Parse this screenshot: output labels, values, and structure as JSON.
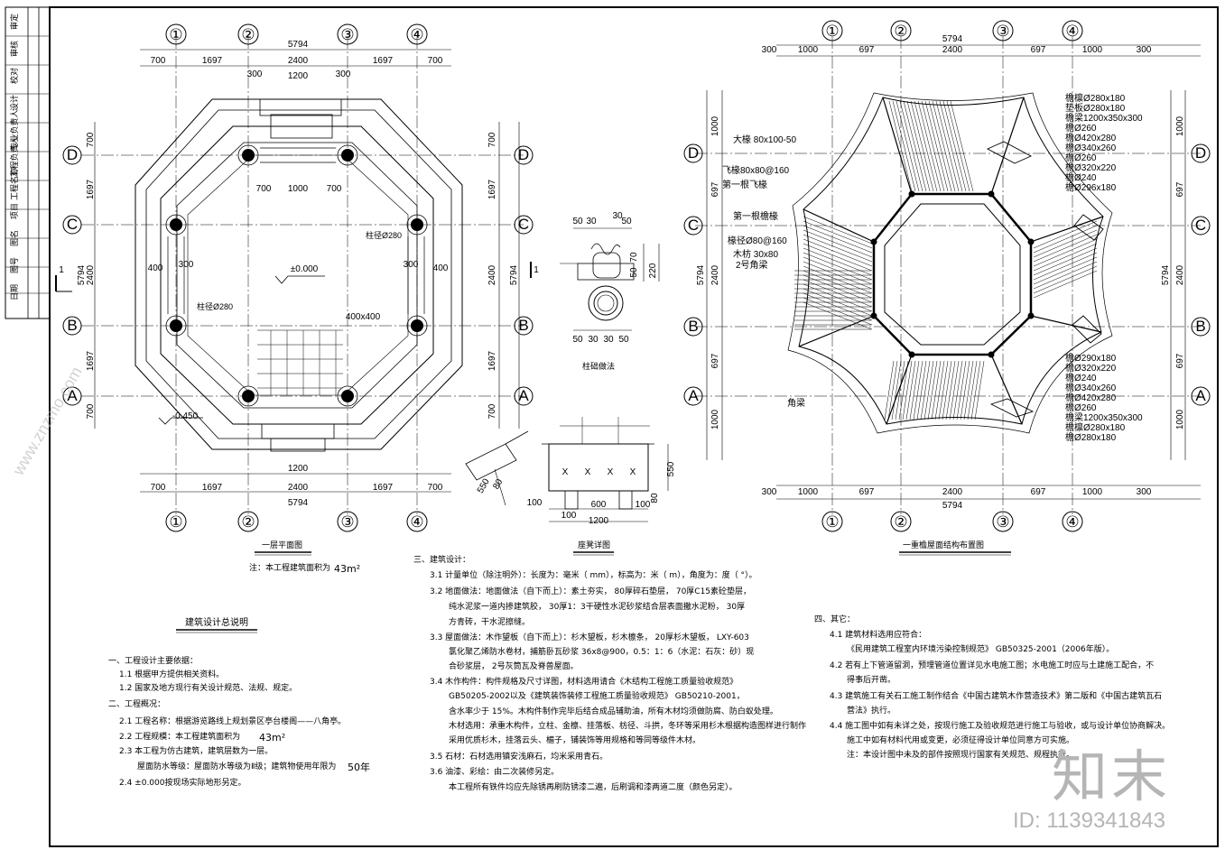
{
  "plan": {
    "title": "一层平面图",
    "area_note": "注：本工程建筑面积为",
    "area_value": "43m²",
    "axes_x": [
      "①",
      "②",
      "③",
      "④"
    ],
    "axes_y": [
      "D",
      "C",
      "B",
      "A"
    ],
    "dims_top": [
      "700",
      "1697",
      "2400",
      "1697",
      "700"
    ],
    "total": "5794",
    "dims_side": [
      "700",
      "1697",
      "2400",
      "1697",
      "700"
    ],
    "inner_dims": [
      "700",
      "1000",
      "700"
    ],
    "step_dim": "1200",
    "step_sub": [
      "300",
      "300"
    ],
    "dim_300": "300",
    "dim_400": "400",
    "dim_400_side": "400",
    "zero_level": "±0.000",
    "low_level": "-0.450",
    "col_label": "柱径Ø280",
    "col_label2": "柱径Ø280",
    "stone_label": "400x400",
    "section_mark": "1"
  },
  "column_detail": {
    "title": "柱础做法",
    "dims": [
      "50",
      "30",
      "30",
      "50",
      "70",
      "50",
      "220"
    ],
    "dims_bot": [
      "50",
      "30",
      "30",
      "50"
    ]
  },
  "bench_detail": {
    "title": "座凳详图",
    "dims": [
      "550",
      "550",
      "80",
      "100",
      "600",
      "100",
      "1200",
      "100",
      "80"
    ],
    "marks": [
      "X",
      "X",
      "X",
      "X"
    ]
  },
  "roof": {
    "title": "一重檐屋面结构布置图",
    "axes_x": [
      "①",
      "②",
      "③",
      "④"
    ],
    "axes_y": [
      "D",
      "C",
      "B",
      "A"
    ],
    "dims_top": [
      "300",
      "1000",
      "697",
      "2400",
      "697",
      "1000",
      "300"
    ],
    "total": "5794",
    "dims_side": [
      "1000",
      "697",
      "2400",
      "697",
      "1000"
    ],
    "side_total": "5794",
    "labels_right": [
      "檐檩Ø280x180",
      "垫板Ø280x180",
      "檐梁1200x350x300",
      "檐Ø260",
      "檐Ø420x280",
      "檐Ø340x260",
      "檐Ø260",
      "檐Ø320x220",
      "檐Ø240",
      "檐Ø296x180"
    ],
    "labels_right_bot": [
      "檐Ø290x180",
      "檐Ø320x220",
      "檐Ø240",
      "檐Ø340x260",
      "檐Ø420x280",
      "檐Ø260",
      "檐梁1200x350x300",
      "檐檩Ø280x180",
      "檐Ø280x180"
    ],
    "labels_left": [
      "大椽 80x100-50",
      "飞椽80x80@160",
      "第一根飞椽",
      "第一根檐椽",
      "椽径Ø80@160",
      "木枋 30x80",
      "2号角梁",
      "角梁"
    ]
  },
  "notes_left": {
    "heading": "建筑设计总说明",
    "s1": "一、工程设计主要依据：",
    "s1_1": "1.1 根据甲方提供相关资料。",
    "s1_2": "1.2 国家及地方现行有关设计规范、法规、规定。",
    "s2": "二、工程概况：",
    "s2_1": "2.1 工程名称：根据游览路线上规划景区亭台楼阁——八角亭。",
    "s2_2": "2.2 工程规模：本工程建筑面积为",
    "s2_2v": "43m²",
    "s2_3": "2.3 本工程为仿古建筑，建筑层数为一层。",
    "s2_3b": "屋面防水等级：屋面防水等级为Ⅱ级；建筑物使用年限为",
    "s2_3v": "50年",
    "s2_4": "2.4 ±0.000按现场实际地形另定。"
  },
  "notes_mid": {
    "heading": "三、建筑设计：",
    "l1": "3.1 计量单位（除注明外）：长度为：毫米（        mm），标高为：米（  m），角度为：度（     °）。",
    "l2": "3.2 地面做法：地面做法（自下而上）：素土夯实，               80厚碎石垫层，       70厚C15素砼垫层，",
    "l2b": "纯水泥浆一道内掺建筑胶，                  30厚1：3干硬性水泥砂浆结合层表面撒水泥粉，            30厚",
    "l2c": "方青砖，干水泥擦缝。",
    "l3": "3.3 屋面做法：木作望板（自下而上）：杉木望板，杉木檩条，              20厚杉木望板，     LXY-603",
    "l3b": "氯化聚乙烯防水卷材，捕筋卧瓦砂浆            36x8@900，0.5：1：6（水泥：石灰：砂）现",
    "l3c": "合砂浆层，           2号灰筒瓦及脊兽屋面。",
    "l4": "3.4 木作构件：构件规格及尺寸详图，材料选用请合《木结构工程施工质量验收规范》",
    "l4b": "GB50205-2002以及《建筑装饰装修工程施工质量验收规范》             GB50210-2001，",
    "l4c": "含水率少于       15%。木构件制作完毕后结合成品辅助油，所有木材均须做防腐、防白蚁处理。",
    "l4d": "木材选用：承重木构件，立柱、金檩、挂落板、枋径、斗拱，冬环等采用杉木根据构造图样进行制作",
    "l4e": "采用优质杉木，挂落云头、楣子，铺装饰等用规格和等同等级件木材。",
    "l5": "3.5 石材：石材选用镇安浅麻石，均米采用青石。",
    "l6": "3.6 油漆、彩绘：由二次装修另定。",
    "l7": "本工程所有铁件均应先除锈再刷防锈漆二遍，后刷调和漆两道二度（颜色另定）。"
  },
  "notes_right": {
    "heading": "四、其它：",
    "l1": "4.1 建筑材料选用应符合：",
    "l1b": "《民用建筑工程室内环境污染控制规范》              GB50325-2001（2006年版）。",
    "l2": "4.2 若有上下管道留洞，预埋管道位置详见水电施工图；水电施工时应与土建施工配合，不",
    "l2b": "得事后开凿。",
    "l3": "4.3 建筑施工有关石工施工制作结合《中国古建筑木作营造技术》第二版和《中国古建筑瓦石",
    "l3b": "营法》执行。",
    "l4": "4.4 施工图中如有未详之处，按现行施工及验收规范进行施工与验收，或与设计单位协商解决。",
    "l4b": "施工中如有材料代用或变更，必须征得设计单位同意方可实施。",
    "l5": "注：本设计图中未及的部件按照现行国家有关规范、规程执行。"
  },
  "title_block": {
    "cells": [
      "审定",
      "审核",
      "校对",
      "设计",
      "专业负责人",
      "工程负责人",
      "工程名称",
      "项目",
      "图名",
      "图号",
      "日期"
    ]
  },
  "watermark": {
    "brand": "知末",
    "id": "ID: 1139341843",
    "url": "www.znzmo.com"
  }
}
